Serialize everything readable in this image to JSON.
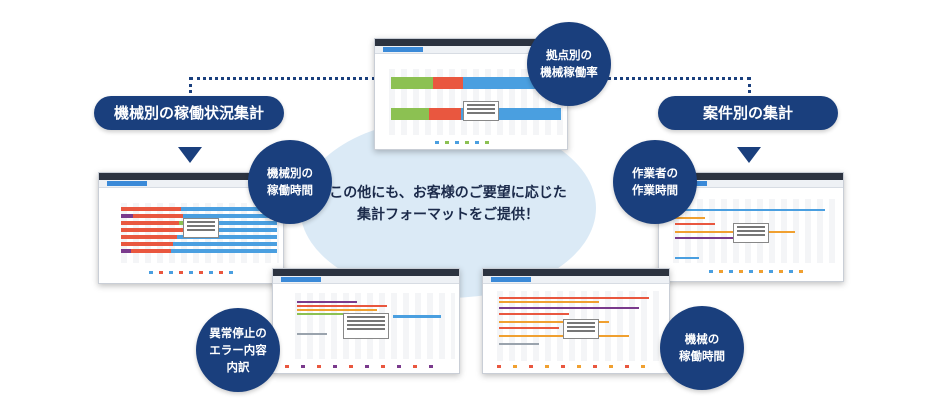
{
  "center": {
    "line1": "この他にも、お客様のご要望に応じた",
    "line2": "集計フォーマットをご提供！"
  },
  "headers": {
    "left": "機械別の稼働状況集計",
    "right": "案件別の集計"
  },
  "bubbles": {
    "top": {
      "line1": "拠点別の",
      "line2": "機械稼働率"
    },
    "left": {
      "line1": "機械別の",
      "line2": "稼働時間"
    },
    "right": {
      "line1": "作業者の",
      "line2": "作業時間"
    },
    "bottom_left": {
      "line1": "異常停止の",
      "line2": "エラー内容",
      "line3": "内訳"
    },
    "bottom_right": {
      "line1": "機械の",
      "line2": "稼働時間"
    }
  },
  "colors": {
    "accent": "#1a3f7d",
    "blob": "#dbeaf6",
    "bar_green": "#8cc152",
    "bar_red": "#e9573f",
    "bar_blue": "#4a9fe0",
    "bar_purple": "#7a3a8c",
    "bar_orange": "#f0a030",
    "bar_gray": "#9aa3ad"
  }
}
